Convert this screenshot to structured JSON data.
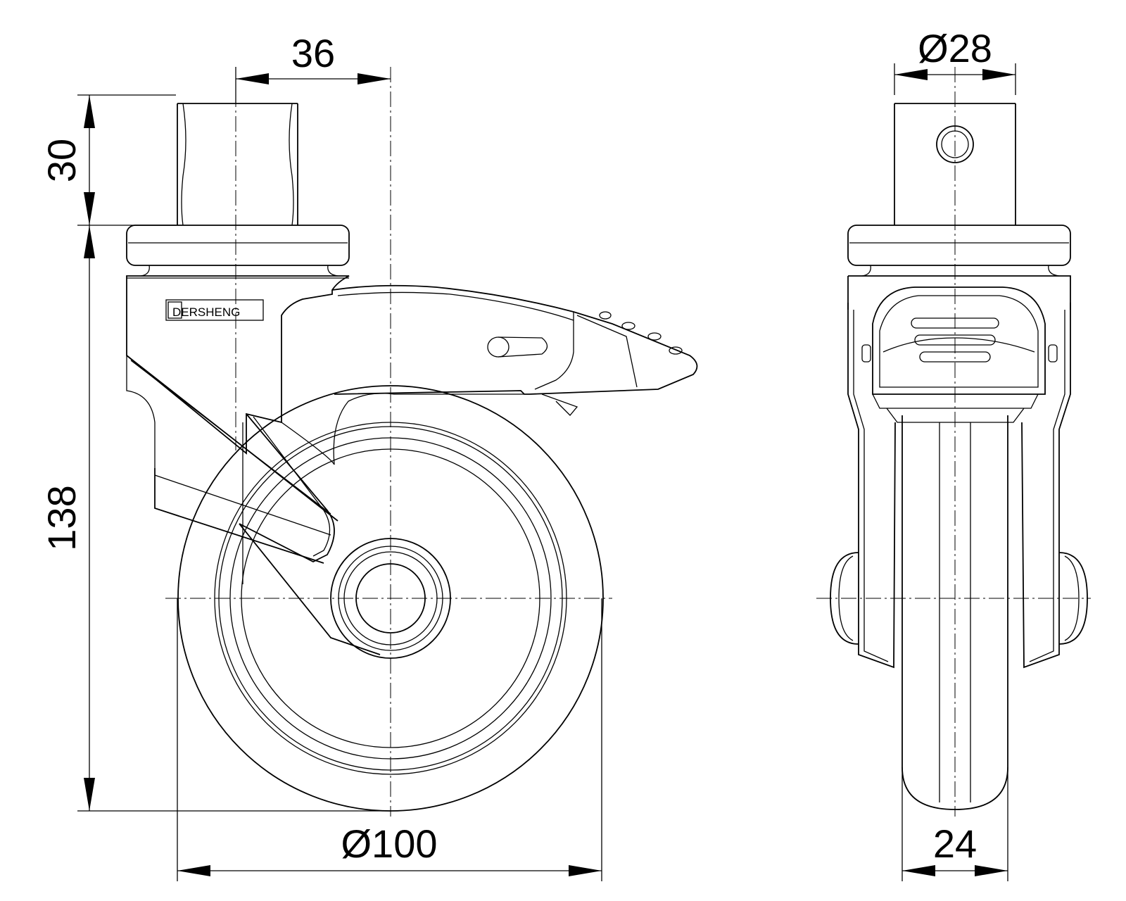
{
  "brand": "DERSHENG",
  "dimensions": {
    "offset": "36",
    "stem_length": "30",
    "height": "138",
    "wheel_diameter": "Ø100",
    "stem_diameter": "Ø28",
    "wheel_width": "24"
  }
}
